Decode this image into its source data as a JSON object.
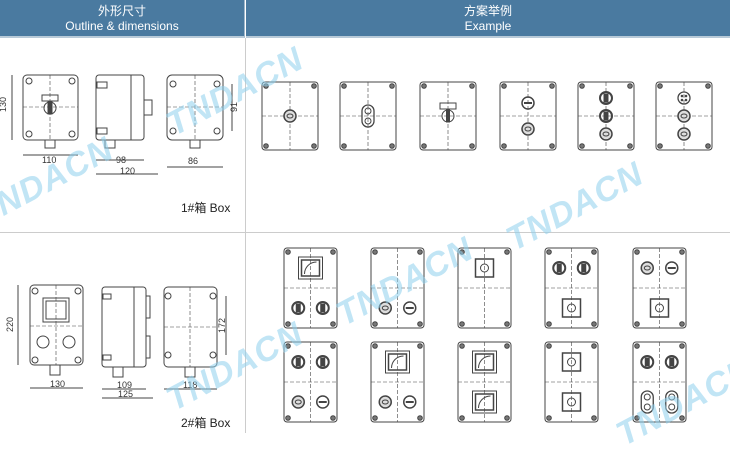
{
  "header": {
    "left": {
      "title_cn": "外形尺寸",
      "title_en": "Outline & dimensions"
    },
    "right": {
      "title_cn": "方案举例",
      "title_en": "Example"
    }
  },
  "box1": {
    "label": "1#箱 Box",
    "dims": {
      "height": "130",
      "front_width": "110",
      "side_inner": "98",
      "side_total": "120",
      "back_width": "86",
      "back_hole": "91"
    },
    "examples": [
      [
        "indicator"
      ],
      [
        "double-button"
      ],
      [
        "selector"
      ],
      [
        "button",
        "indicator"
      ],
      [
        "light",
        "light",
        "indicator"
      ],
      [
        "socket",
        "indicator",
        "indicator"
      ]
    ]
  },
  "box2": {
    "label": "2#箱 Box",
    "dims": {
      "height": "220",
      "front_width": "130",
      "side_inner": "109",
      "side_total": "125",
      "back_width": "118",
      "back_hole": "172"
    },
    "examples": [
      [
        [
          "meter"
        ],
        [
          "light",
          "light"
        ]
      ],
      [
        [],
        [
          "indicator",
          "button"
        ]
      ],
      [
        [
          "switch"
        ],
        []
      ],
      [
        [
          "light",
          "light"
        ],
        [
          "switch"
        ]
      ],
      [
        [
          "indicator",
          "button"
        ],
        [
          "switch"
        ]
      ],
      [
        [
          "light",
          "light"
        ],
        [
          "indicator",
          "button"
        ]
      ],
      [
        [
          "meter"
        ],
        [
          "indicator",
          "button"
        ]
      ],
      [
        [
          "meter"
        ],
        [
          "meter"
        ]
      ],
      [
        [
          "switch"
        ],
        [
          "switch"
        ]
      ],
      [
        [
          "light",
          "light"
        ],
        [
          "double-button",
          "double-button"
        ]
      ]
    ]
  },
  "watermark": {
    "text": "TNDACN",
    "mark": "®"
  },
  "colors": {
    "header": "#4a7aa0",
    "watermark": "#8fd0ee",
    "line": "#444444"
  }
}
